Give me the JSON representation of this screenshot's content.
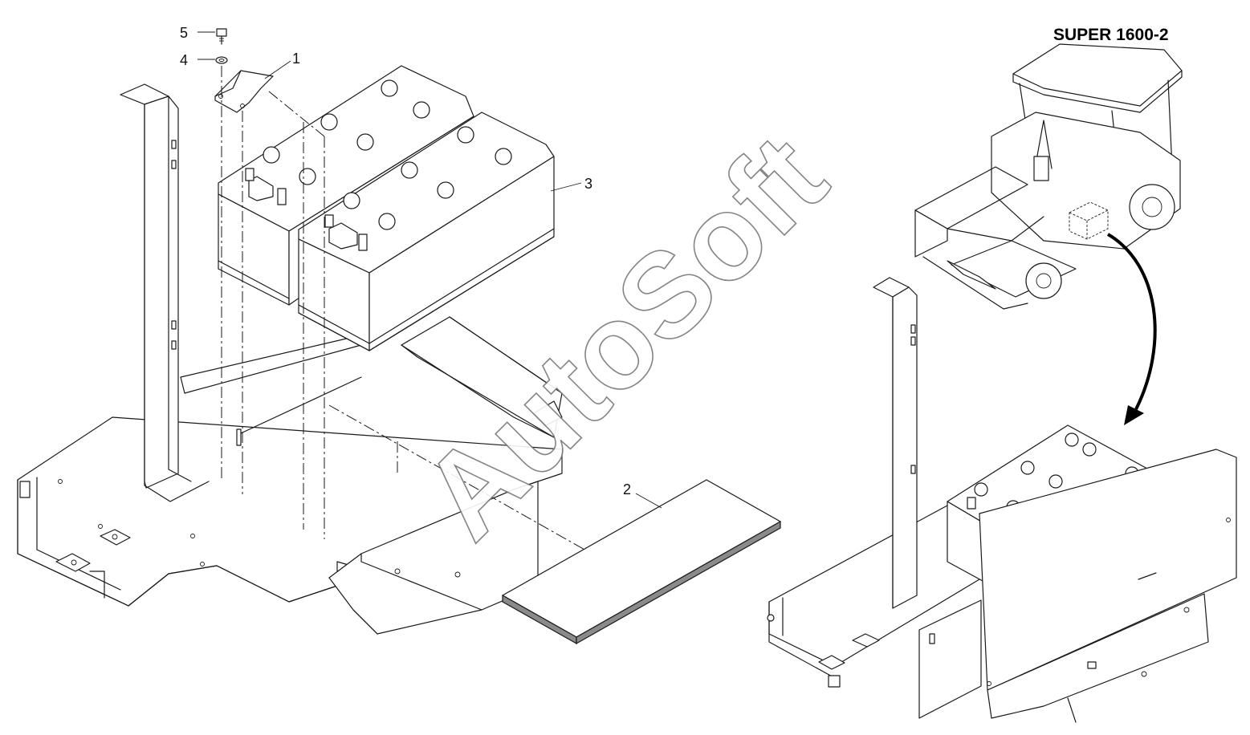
{
  "title": "SUPER 1600-2",
  "watermark": "AutoSoft",
  "callouts": [
    "1",
    "2",
    "3",
    "4",
    "5"
  ]
}
